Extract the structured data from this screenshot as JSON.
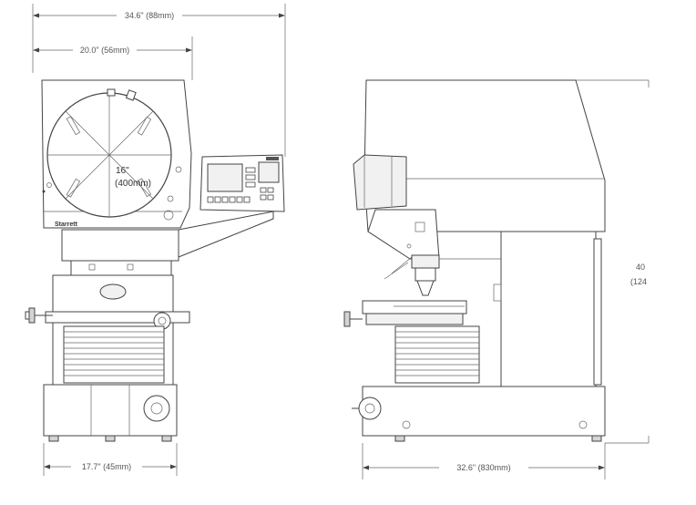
{
  "front_view": {
    "overall_width_dim": "34.6\" (88mm)",
    "screen_width_dim": "20.0\" (56mm)",
    "base_width_dim": "17.7\" (45mm)",
    "screen_size_label": "16\"",
    "screen_size_metric": "(400mm)",
    "brand_label": "Starrett"
  },
  "side_view": {
    "depth_dim": "32.6\" (830mm)",
    "height_dim_value": "40",
    "height_dim_metric": "(124"
  }
}
